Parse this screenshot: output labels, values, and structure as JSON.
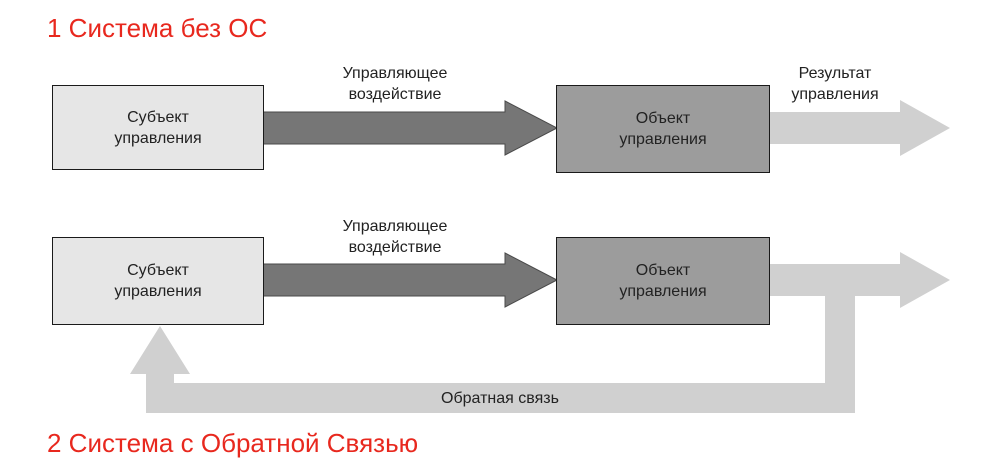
{
  "colors": {
    "title": "#e8281e",
    "subject_fill": "#e6e6e6",
    "object_fill": "#9c9c9c",
    "dark_arrow": "#767676",
    "light_arrow": "#d0d0d0"
  },
  "top": {
    "title": "1 Система без ОС",
    "subject": "Субъект\nуправления",
    "action": "Управляющее\nвоздействие",
    "object": "Объект\nуправления",
    "result": "Результат\nуправления"
  },
  "bottom": {
    "title": "2 Система с Обратной Связью",
    "subject": "Субъект\nуправления",
    "action": "Управляющее\nвоздействие",
    "object": "Объект\nуправления",
    "feedback": "Обратная связь"
  }
}
